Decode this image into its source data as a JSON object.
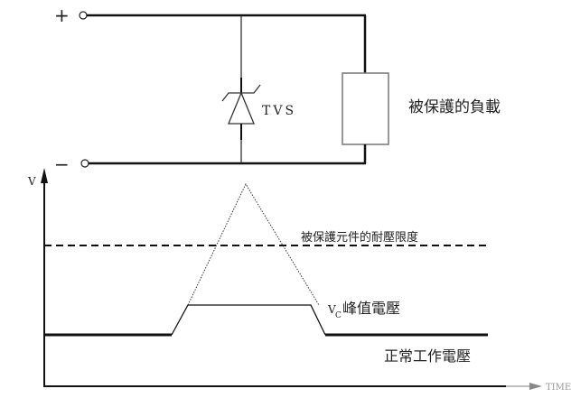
{
  "circuit": {
    "plus_label": "+",
    "minus_label": "−",
    "tvs_label": "TVS",
    "load_label": "被保護的負載"
  },
  "waveform": {
    "y_axis_label": "V",
    "x_axis_label": "TIME",
    "withstand_label": "被保護元件的耐壓限度",
    "vc_label": "V",
    "vc_subscript": "C",
    "vc_suffix": "峰值電壓",
    "normal_label": "正常工作電壓"
  }
}
